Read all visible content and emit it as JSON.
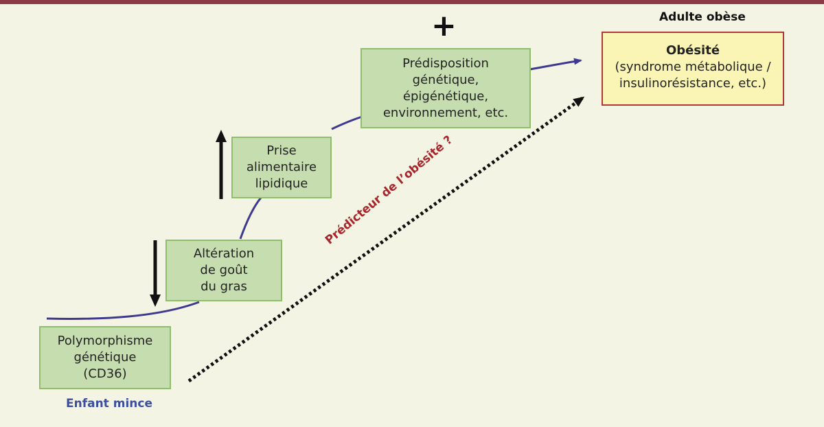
{
  "diagram": {
    "label_start": "Enfant mince",
    "label_end": "Adulte obèse",
    "plus_sign": "+",
    "dotted_arrow_label": "Prédicteur de l’obésité ?",
    "steps": [
      {
        "lines": [
          "Polymorphisme",
          "génétique",
          "(CD36)"
        ]
      },
      {
        "lines": [
          "Altération",
          "de goût",
          "du gras"
        ]
      },
      {
        "lines": [
          "Prise",
          "alimentaire",
          "lipidique"
        ]
      },
      {
        "lines": [
          "Prédisposition",
          "génétique,",
          "épigénétique,",
          "environnement, etc."
        ]
      }
    ],
    "result": {
      "title": "Obésité",
      "lines": [
        "(syndrome métabolique /",
        "insulinorésistance, etc.)"
      ]
    },
    "colors": {
      "step_fill": "#c6ddb0",
      "step_border": "#8fbe6a",
      "result_fill": "#fbf5b5",
      "result_border": "#b3363a",
      "curve": "#3e3a92",
      "label_start": "#3d4e9c",
      "dotted_label": "#a8262b",
      "top_bar": "#8e3a45"
    }
  }
}
